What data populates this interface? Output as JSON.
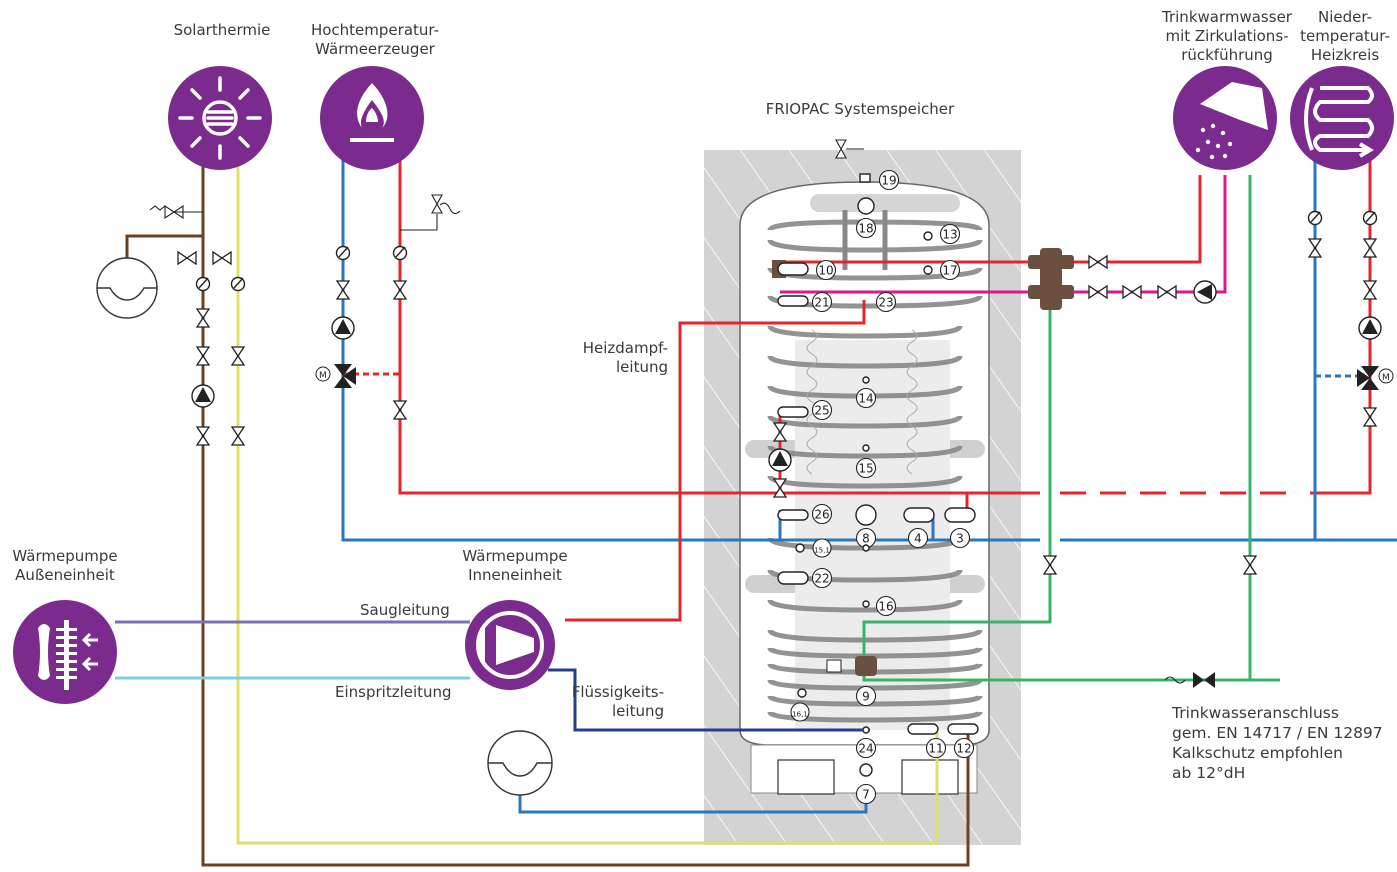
{
  "title": "FRIOPAC Systemspeicher",
  "labels": {
    "solarthermie": "Solarthermie",
    "hochtemperatur": "Hochtemperatur-\nWärmeerzeuger",
    "trinkwarmwasser": "Trinkwarmwasser\nmit Zirkulations-\nrückführung",
    "niedertemperatur": "Nieder-\ntemperatur-\nHeizkreis",
    "heizdampf": "Heizdampf-\nleitung",
    "wp_aussen": "Wärmepumpe\nAußeneinheit",
    "wp_innen": "Wärmepumpe\nInneneinheit",
    "saugleitung": "Saugleitung",
    "einspritzleitung": "Einspritzleitung",
    "fluessigkeit": "Flüssigkeits-\nleitung",
    "anschluss": "Trinkwasseranschluss\ngem. EN 14717 / EN 12897\nKalkschutz empfohlen\nab 12°dH"
  },
  "ports": [
    "19",
    "18",
    "13",
    "10",
    "17",
    "21",
    "23",
    "14",
    "25",
    "15",
    "26",
    "8",
    "4",
    "3",
    "15,1",
    "22",
    "16",
    "9",
    "16,1",
    "24",
    "11",
    "12",
    "7"
  ],
  "colors": {
    "purple": "#7b2a8e",
    "red": "#e3262b",
    "blue": "#2a77be",
    "brown": "#6b4023",
    "yellow": "#dfe06a",
    "green": "#39b36b",
    "magenta": "#e0168e",
    "navy": "#233f8d",
    "violet": "#7f6eb6",
    "cyan": "#7fcfdc",
    "hatch": "#d1d1d1"
  },
  "icons": [
    "sun-icon",
    "flame-icon",
    "shower-icon",
    "floor-heating-icon",
    "heat-pump-outdoor-icon",
    "compressor-icon",
    "expansion-vessel-icon",
    "pump-icon",
    "valve-icon",
    "safety-valve-icon",
    "mixing-valve-icon",
    "thermometer-icon"
  ]
}
